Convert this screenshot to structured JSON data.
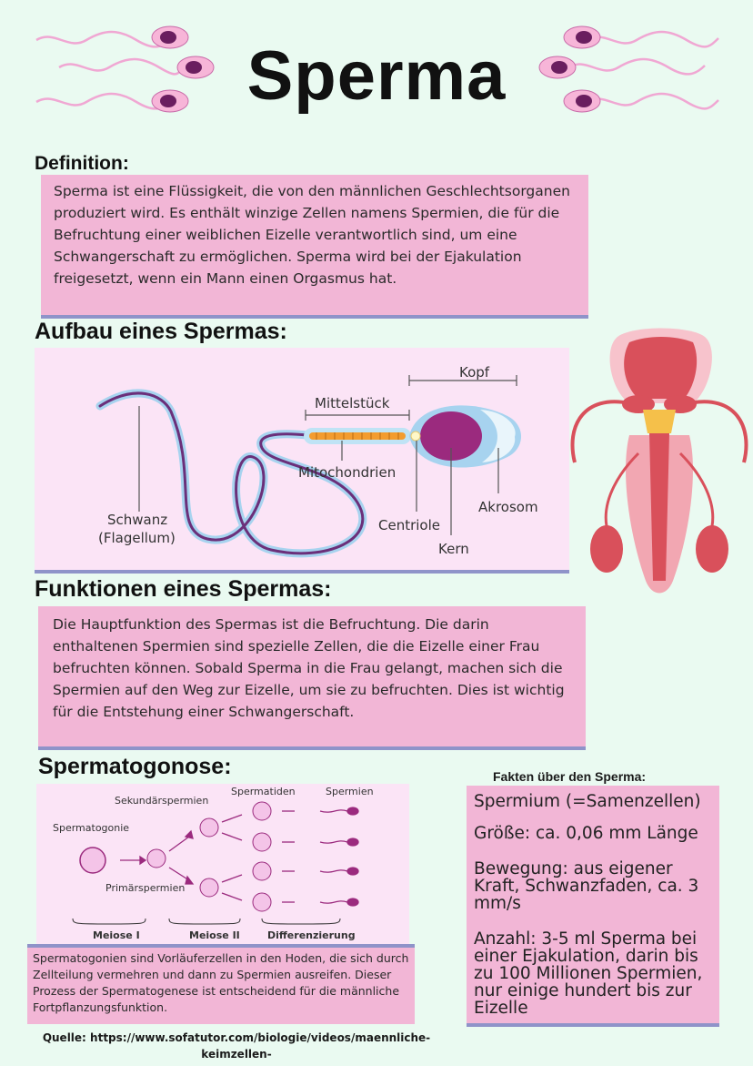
{
  "title": "Sperma",
  "definition": {
    "heading": "Definition:",
    "text": "Sperma ist eine Flüssigkeit, die von den männlichen Geschlechtsorganen produziert wird. Es enthält winzige Zellen namens Spermien, die für die Befruchtung einer weiblichen Eizelle verantwortlich sind, um eine Schwangerschaft zu ermöglichen. Sperma wird bei der Ejakulation freigesetzt, wenn ein Mann einen Orgasmus hat."
  },
  "aufbau": {
    "heading": "Aufbau eines Spermas:",
    "labels": {
      "kopf": "Kopf",
      "mittelstueck": "Mittelstück",
      "mitochondrien": "Mitochondrien",
      "akrosom": "Akrosom",
      "centriole": "Centriole",
      "kern": "Kern",
      "schwanz": "Schwanz",
      "flagellum": "(Flagellum)"
    }
  },
  "funktionen": {
    "heading": "Funktionen eines Spermas:",
    "text": "Die Hauptfunktion des Spermas ist die Befruchtung. Die darin enthaltenen Spermien sind spezielle Zellen, die die Eizelle einer Frau befruchten können. Sobald Sperma in die Frau gelangt, machen sich die Spermien auf den Weg zur Eizelle, um sie zu befruchten. Dies ist wichtig für die Entstehung einer Schwangerschaft."
  },
  "spermatogonose": {
    "heading": "Spermatogonose:",
    "labels": {
      "spermatogonie": "Spermatogonie",
      "primaerspermien": "Primärspermien",
      "sekundaerspermien": "Sekundärspermien",
      "spermatiden": "Spermatiden",
      "spermien": "Spermien",
      "meiose1": "Meiose I",
      "meiose2": "Meiose II",
      "differenzierung": "Differenzierung"
    },
    "text": "Spermatogonien sind Vorläuferzellen in den Hoden, die sich durch Zellteilung vermehren und dann zu Spermien ausreifen. Dieser Prozess der Spermatogenese ist entscheidend für die männliche Fortpflanzungsfunktion."
  },
  "fakten": {
    "heading": "Fakten über den Sperma:",
    "items": [
      "Spermium (=Samenzellen)",
      "Größe: ca. 0,06 mm Länge",
      "Bewegung: aus eigener Kraft, Schwanzfaden, ca. 3 mm/s",
      "Anzahl: 3-5 ml Sperma bei einer Ejakulation, darin bis zu 100 Millionen Spermien, nur einige hundert bis zur Eizelle"
    ]
  },
  "quelle": {
    "line1": "Quelle: https://www.sofatutor.com/biologie/videos/maennliche-",
    "line2": "keimzellen-"
  },
  "colors": {
    "background": "#eafaf1",
    "box_pink": "#f2b6d6",
    "diagram_pink": "#fbe4f6",
    "underline": "#8f93c9",
    "accent_purple": "#9b2a7e"
  }
}
